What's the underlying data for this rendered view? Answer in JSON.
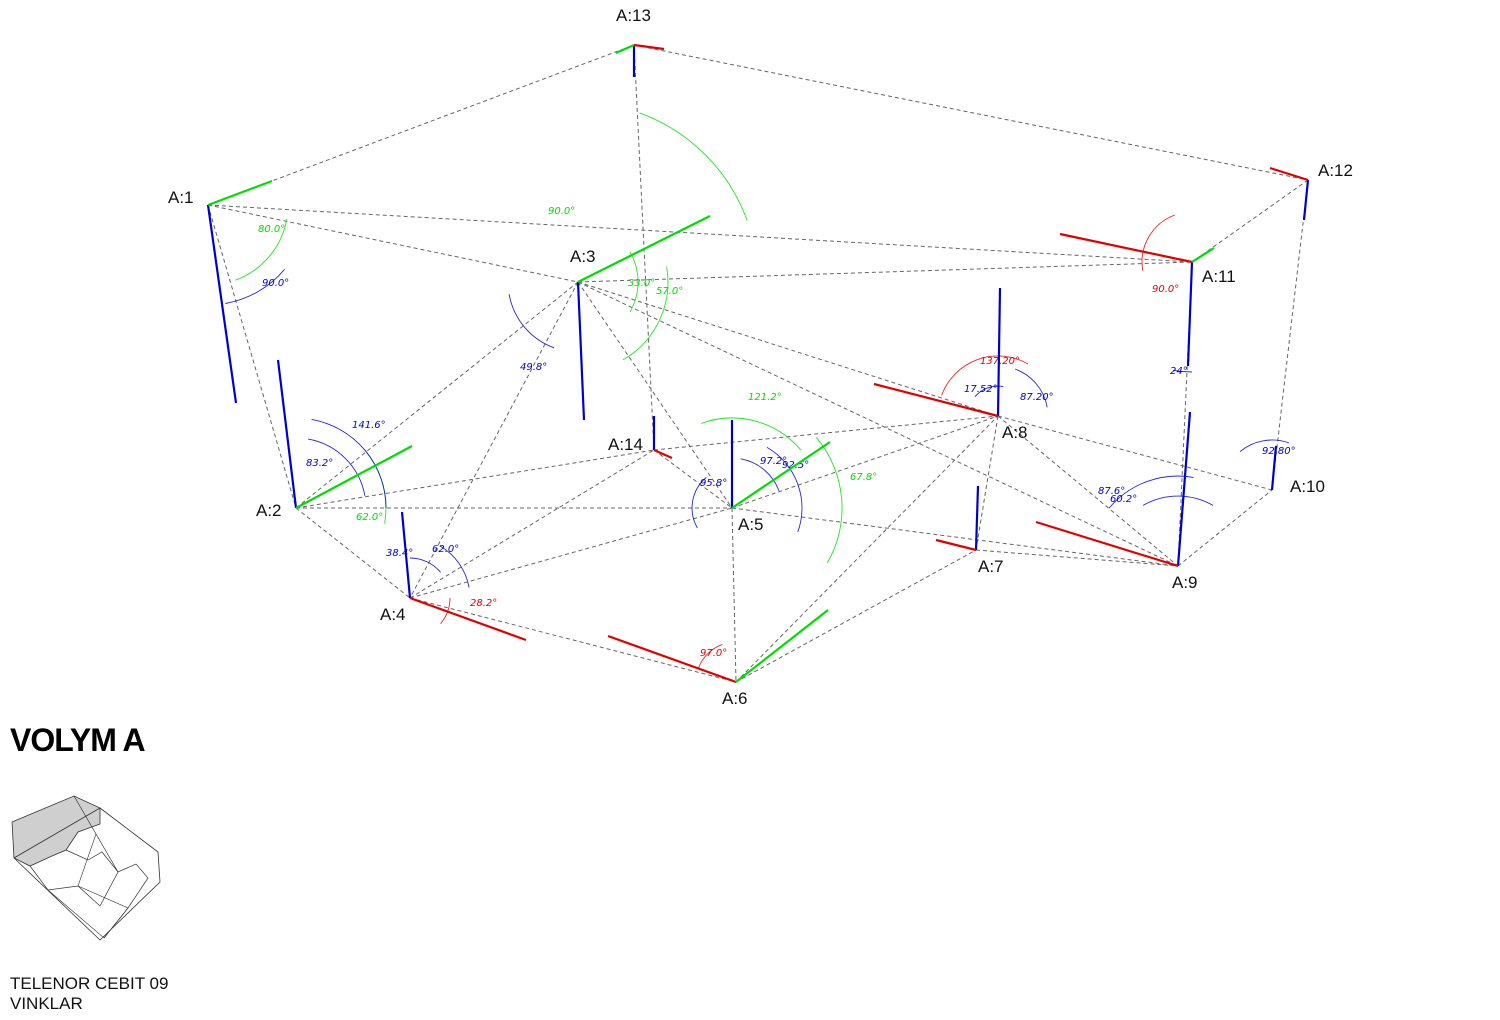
{
  "title": "VOLYM A",
  "project_name": "TELENOR CEBIT 09",
  "sheet_name": "VINKLAR",
  "colors": {
    "x_axis": "#e00000",
    "y_axis": "#00dd00",
    "z_axis": "#0000cc",
    "edge": "#666666"
  },
  "points": [
    {
      "id": "A1",
      "label": "A:1"
    },
    {
      "id": "A2",
      "label": "A:2"
    },
    {
      "id": "A3",
      "label": "A:3"
    },
    {
      "id": "A4",
      "label": "A:4"
    },
    {
      "id": "A5",
      "label": "A:5"
    },
    {
      "id": "A6",
      "label": "A:6"
    },
    {
      "id": "A7",
      "label": "A:7"
    },
    {
      "id": "A8",
      "label": "A:8"
    },
    {
      "id": "A9",
      "label": "A:9"
    },
    {
      "id": "A10",
      "label": "A:10"
    },
    {
      "id": "A11",
      "label": "A:11"
    },
    {
      "id": "A12",
      "label": "A:12"
    },
    {
      "id": "A13",
      "label": "A:13"
    },
    {
      "id": "A14",
      "label": "A:14"
    }
  ],
  "angles": [
    {
      "label": "80.0°",
      "color": "green"
    },
    {
      "label": "90.0°",
      "color": "blue"
    },
    {
      "label": "62.0°",
      "color": "green"
    },
    {
      "label": "90.0°",
      "color": "green"
    },
    {
      "label": "49.8°",
      "color": "blue"
    },
    {
      "label": "57.0°",
      "color": "green"
    },
    {
      "label": "33.0°",
      "color": "green"
    },
    {
      "label": "83.2°",
      "color": "blue"
    },
    {
      "label": "141.6°",
      "color": "blue"
    },
    {
      "label": "62.0°",
      "color": "blue"
    },
    {
      "label": "38.4°",
      "color": "blue"
    },
    {
      "label": "28.2°",
      "color": "red"
    },
    {
      "label": "97.2°",
      "color": "blue"
    },
    {
      "label": "92.5°",
      "color": "blue"
    },
    {
      "label": "95.8°",
      "color": "blue"
    },
    {
      "label": "121.2°",
      "color": "green"
    },
    {
      "label": "67.8°",
      "color": "green"
    },
    {
      "label": "97.0°",
      "color": "red"
    },
    {
      "label": "137.20°",
      "color": "red"
    },
    {
      "label": "87.20°",
      "color": "blue"
    },
    {
      "label": "17.52°",
      "color": "blue"
    },
    {
      "label": "87.6°",
      "color": "blue"
    },
    {
      "label": "60.2°",
      "color": "blue"
    },
    {
      "label": "92.80°",
      "color": "blue"
    },
    {
      "label": "90.0°",
      "color": "red"
    },
    {
      "label": "24°",
      "color": "blue"
    }
  ]
}
